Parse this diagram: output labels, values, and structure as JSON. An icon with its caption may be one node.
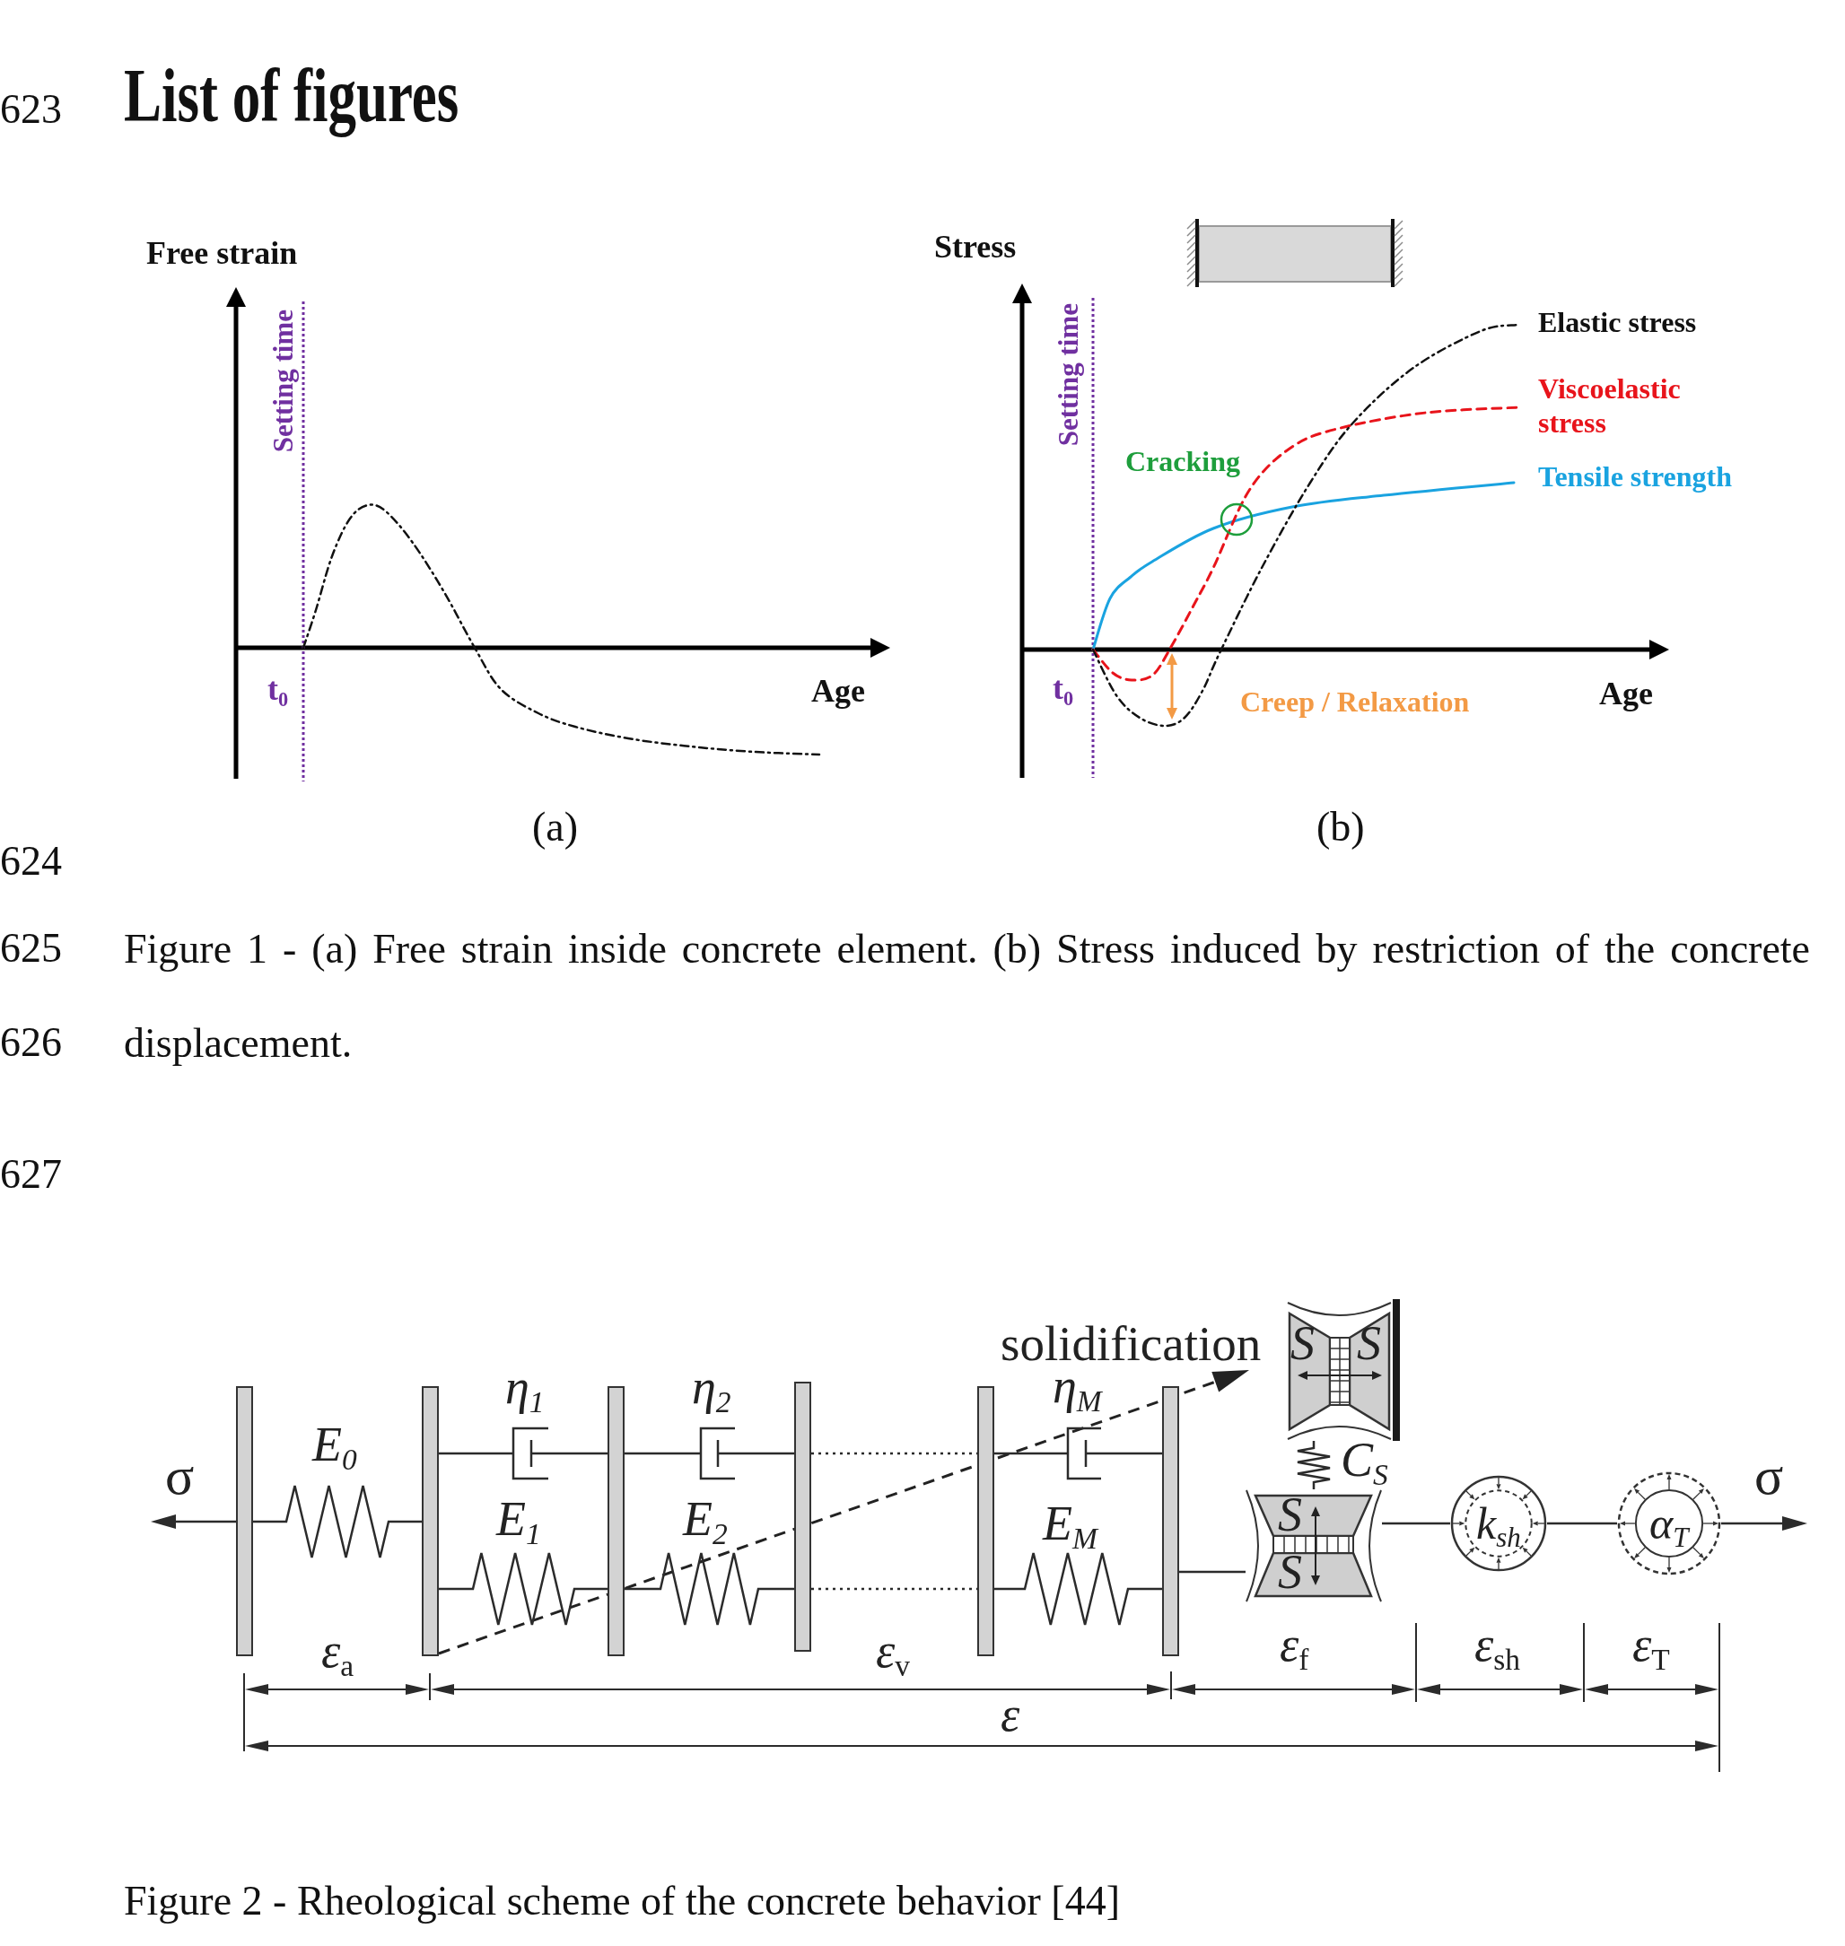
{
  "diagram": {
    "title": "List of figures",
    "nodes": [
      {
        "text": [],
        "shape": "bar"
      },
      {
        "text": [],
        "shape": "bar"
      },
      {
        "text": [],
        "shape": "bar"
      },
      {
        "text": [],
        "shape": "bar"
      },
      {
        "text": [],
        "shape": "bar"
      },
      {
        "text": [],
        "shape": "bar"
      },
      {
        "text": [
          "S",
          "S"
        ]
      },
      {
        "text": [
          "S",
          "S"
        ]
      },
      {
        "text": [
          "k$_{sh}$"
        ]
      },
      {
        "text": [
          "α$_{T}$"
        ]
      }
    ],
    "edges": [
      {
        "from": 0,
        "to": 1,
        "arrow": "none",
        "label": "E$_{0}$"
      },
      {
        "from": 1,
        "to": 2,
        "arrow": "none",
        "label": "η$_{1}$"
      },
      {
        "from": 1,
        "to": 2,
        "arrow": "none",
        "label": "E$_{1}$"
      },
      {
        "from": 2,
        "to": 3,
        "arrow": "none",
        "label": "η$_{2}$"
      },
      {
        "from": 2,
        "to": 3,
        "arrow": "none",
        "label": "E$_{2}$"
      },
      {
        "from": 3,
        "to": 4,
        "arrow": "none",
        "style": "dashed"
      },
      {
        "from": 3,
        "to": 4,
        "arrow": "none",
        "style": "dashed"
      },
      {
        "from": 4,
        "to": 5,
        "arrow": "none",
        "label": "η$_{M}$"
      },
      {
        "from": 4,
        "to": 5,
        "arrow": "none",
        "label": "E$_{M}$"
      },
      {
        "from": 5,
        "to": 7,
        "arrow": "none"
      },
      {
        "from": 6,
        "to": 7,
        "arrow": "none",
        "label": "C$_{S}$"
      },
      {
        "from": 7,
        "to": 8,
        "arrow": "none"
      },
      {
        "from": 8,
        "to": 9,
        "arrow": "none"
      }
    ],
    "labels": [
      "623",
      "Free strain",
      "Setting time",
      "t$_{0}$",
      "Age",
      "(a)",
      "Stress",
      "Setting time",
      "Elastic stress",
      "Viscoelastic stress",
      "Cracking",
      "Tensile strength",
      "t$_{0}$",
      "Creep / Relaxation",
      "Age",
      "(b)",
      "624",
      "625",
      "Figure 1 - (a) Free strain inside concrete element. (b) Stress induced by restriction of the concrete displacement.",
      "626",
      "627",
      "solidification",
      "σ",
      "σ",
      "ε$_{a}$",
      "ε$_{v}$",
      "ε$_{f}$",
      "ε$_{sh}$",
      "ε$_{T}$",
      "ε",
      "Figure 2 - Rheological scheme of the concrete behavior [44]"
    ]
  }
}
